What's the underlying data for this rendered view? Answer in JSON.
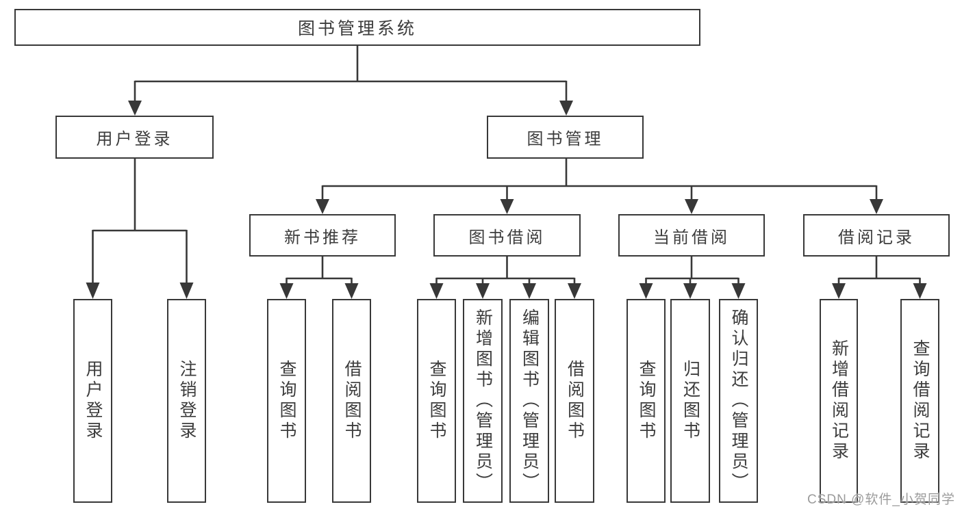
{
  "style": {
    "line": "#383838",
    "text": "#3c3c3c",
    "bg": "#ffffff",
    "watermark": "#9b9b9b"
  },
  "tree": {
    "label": "图书管理系统",
    "children": [
      {
        "label": "用户登录",
        "children": [
          {
            "label": "用户登录"
          },
          {
            "label": "注销登录"
          }
        ]
      },
      {
        "label": "图书管理",
        "children": [
          {
            "label": "新书推荐",
            "children": [
              {
                "label": "查询图书"
              },
              {
                "label": "借阅图书"
              }
            ]
          },
          {
            "label": "图书借阅",
            "children": [
              {
                "label": "查询图书"
              },
              {
                "label": "新增图书（管理员）"
              },
              {
                "label": "编辑图书（管理员）"
              },
              {
                "label": "借阅图书"
              }
            ]
          },
          {
            "label": "当前借阅",
            "children": [
              {
                "label": "查询图书"
              },
              {
                "label": "归还图书"
              },
              {
                "label": "确认归还（管理员）"
              }
            ]
          },
          {
            "label": "借阅记录",
            "children": [
              {
                "label": "新增借阅记录"
              },
              {
                "label": "查询借阅记录"
              }
            ]
          }
        ]
      }
    ]
  },
  "watermark": {
    "text": "CSDN @软件_小贺同学"
  }
}
